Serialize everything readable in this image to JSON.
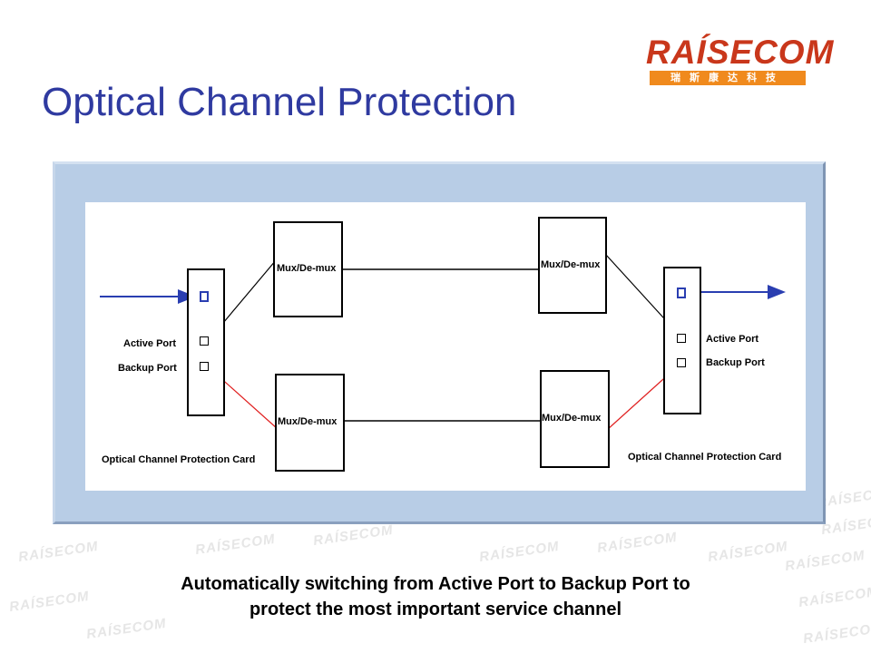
{
  "slide": {
    "title": "Optical Channel Protection",
    "caption_line1": "Automatically switching from Active Port to Backup Port to",
    "caption_line2": "protect the most important service channel"
  },
  "logo": {
    "brand": "RAÍSECOM",
    "subtitle": "瑞斯康达科技"
  },
  "watermark": {
    "text": "RAÍSECOM"
  },
  "diagram": {
    "mux_top_left": "Mux/De-mux",
    "mux_top_right": "Mux/De-mux",
    "mux_bottom_left": "Mux/De-mux",
    "mux_bottom_right": "Mux/De-mux",
    "left_card": {
      "active_port": "Active Port",
      "backup_port": "Backup Port",
      "card_label": "Optical Channel Protection Card"
    },
    "right_card": {
      "active_port": "Active Port",
      "backup_port": "Backup Port",
      "card_label": "Optical Channel Protection Card"
    }
  },
  "colors": {
    "title": "#2f3aa0",
    "panel": "#b8cde6",
    "arrow": "#2a3eb1",
    "backup_line": "#e02020",
    "logo_red": "#c9371b",
    "logo_orange": "#f08a1d"
  }
}
